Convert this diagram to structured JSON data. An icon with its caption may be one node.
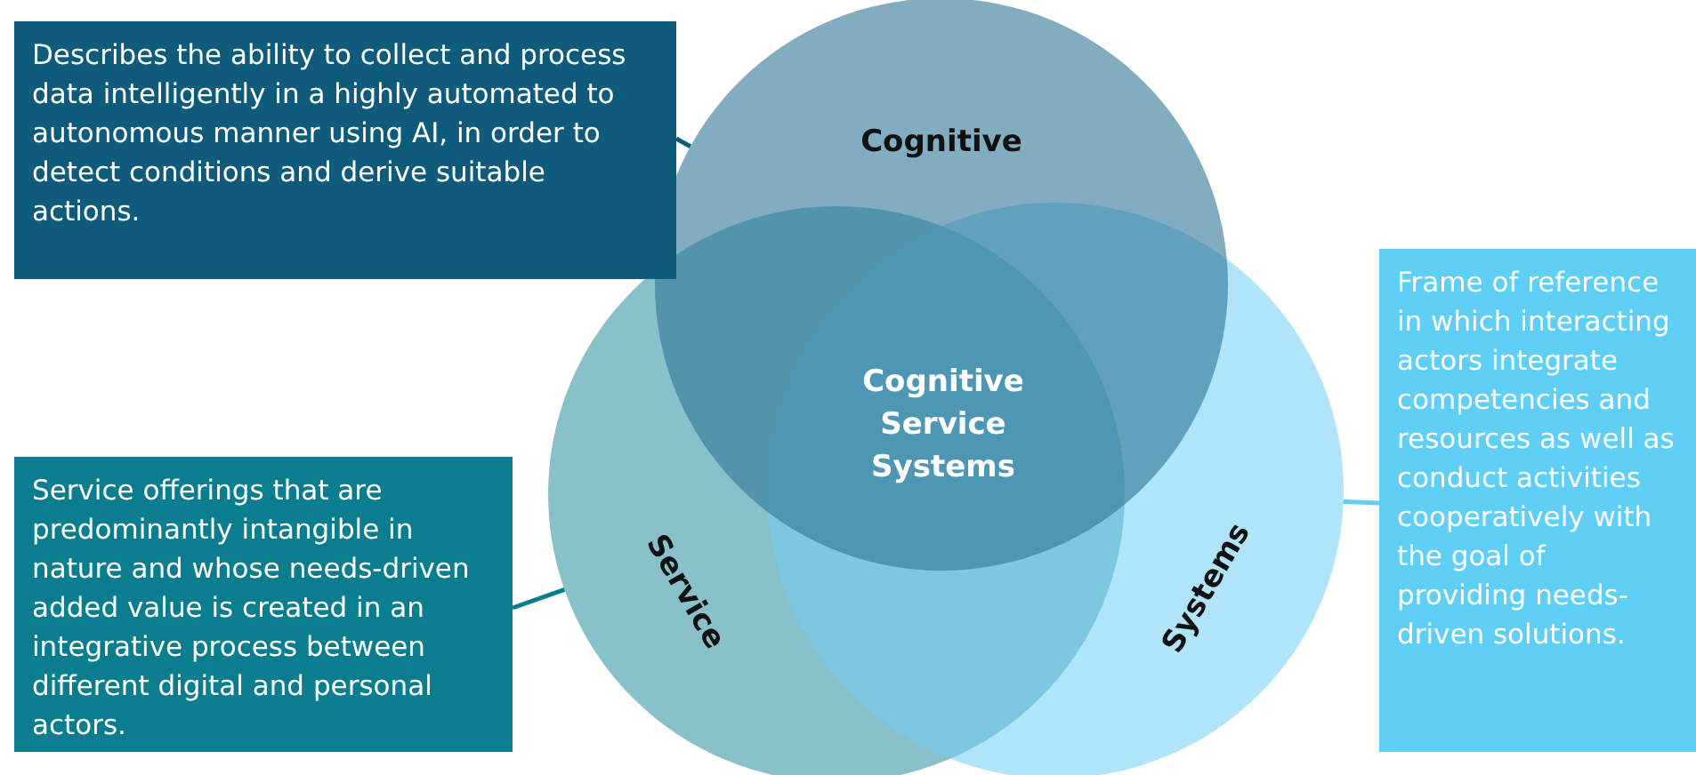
{
  "diagram": {
    "nodes": [
      {
        "text": [
          "Describes the ability to collect and process data intelligently in a highly automated to autonomous manner using AI, in order to detect conditions and derive suitable actions."
        ]
      },
      {
        "text": [
          "Cognitive"
        ]
      },
      {
        "text": [
          "Frame of reference in which interacting actors integrate competencies and resources as well as conduct activities cooperatively with the goal of providing needs-driven solutions."
        ]
      },
      {
        "text": [
          "Service offerings that are predominantly intangible in nature and whose needs-driven added value is created in an integrative process between different digital and personal actors."
        ]
      },
      {
        "text": [
          "Service"
        ]
      },
      {
        "text": [
          "Systems"
        ]
      }
    ],
    "edges": [
      {
        "from": 0,
        "to": 1,
        "arrow": "none",
        "color": "#0e5b7b"
      },
      {
        "from": 2,
        "to": 5,
        "arrow": "none",
        "color": "#5fcff6"
      },
      {
        "from": 3,
        "to": 4,
        "arrow": "none",
        "color": "#0a7e8e"
      }
    ],
    "labels": [
      "Cognitive Service Systems"
    ]
  }
}
